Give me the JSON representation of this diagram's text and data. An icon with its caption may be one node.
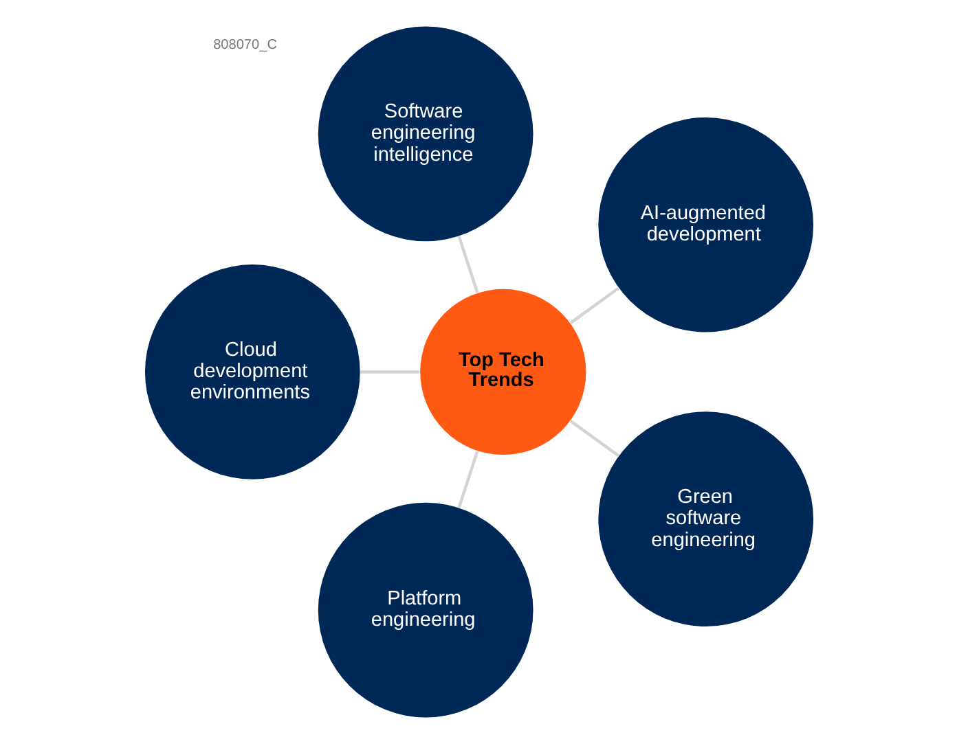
{
  "diagram": {
    "nodes": [
      {
        "text": [
          "Top Tech Trends"
        ]
      },
      {
        "text": [
          "Software engineering intelligence"
        ]
      },
      {
        "text": [
          "Cloud development environments"
        ]
      },
      {
        "text": [
          "AI-augmented development"
        ]
      },
      {
        "text": [
          "Platform engineering"
        ]
      },
      {
        "text": [
          "Green software engineering"
        ]
      }
    ],
    "edges": [
      {
        "from": 0,
        "to": 1,
        "arrow": "none"
      },
      {
        "from": 0,
        "to": 2,
        "arrow": "none"
      },
      {
        "from": 0,
        "to": 3,
        "arrow": "none"
      },
      {
        "from": 0,
        "to": 4,
        "arrow": "none"
      },
      {
        "from": 0,
        "to": 5,
        "arrow": "none"
      }
    ],
    "labels": [
      "808070_C"
    ]
  }
}
